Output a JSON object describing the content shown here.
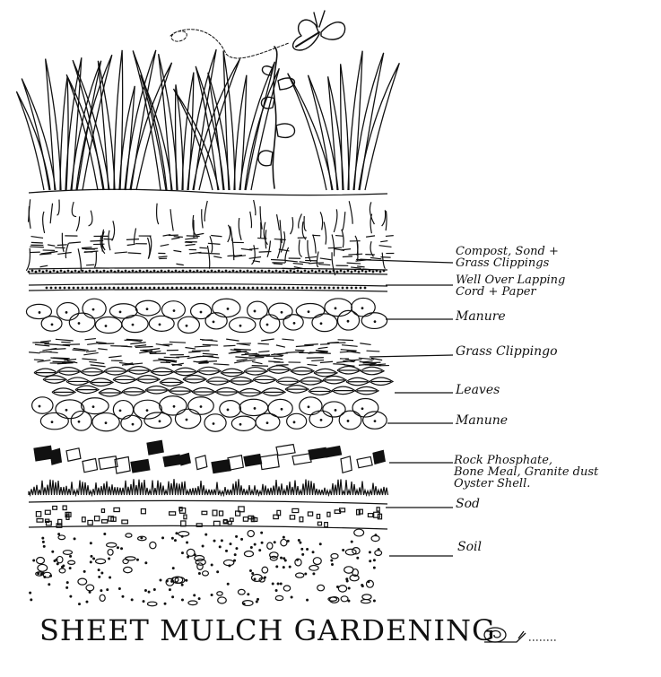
{
  "title": "SHEET MULCH GARDENING",
  "layers": [
    {
      "id": "compost",
      "label_line1": "Compost, Sond +",
      "label_line2": "Grass Clippings"
    },
    {
      "id": "cardboard",
      "label_line1": "Well Over Lapping",
      "label_line2": "Cord + Paper"
    },
    {
      "id": "manure1",
      "label_line1": "Manure"
    },
    {
      "id": "grass",
      "label_line1": "Grass Clippingo"
    },
    {
      "id": "leaves",
      "label_line1": "Leaves"
    },
    {
      "id": "manure2",
      "label_line1": "Manune"
    },
    {
      "id": "rock",
      "label_line1": "Rock Phosphate,",
      "label_line2": "Bone Meal, Granite dust",
      "label_line3": "Oyster Shell."
    },
    {
      "id": "sod",
      "label_line1": "Sod"
    },
    {
      "id": "soil",
      "label_line1": "Soil"
    }
  ],
  "icons": [
    "butterfly-icon",
    "snail-icon"
  ]
}
